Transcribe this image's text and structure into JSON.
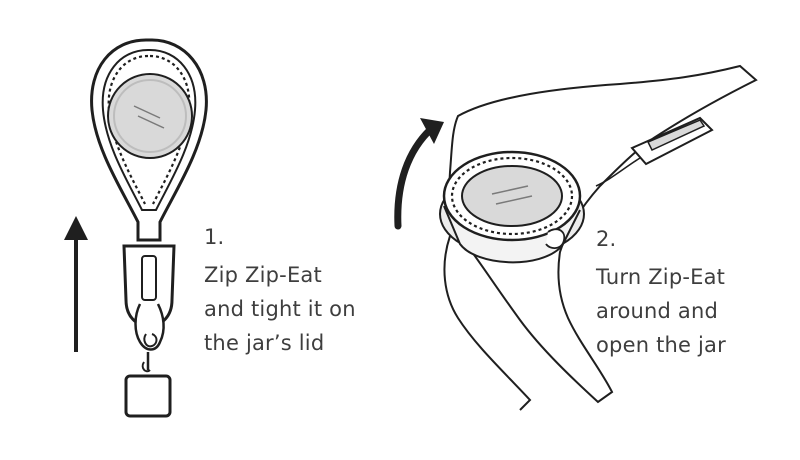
{
  "steps": [
    {
      "number": "1.",
      "lines": [
        "Zip Zip-Eat",
        "and tight it on",
        "the jar’s lid"
      ],
      "icons": [
        "up-arrow-icon",
        "zipper-loop-icon",
        "zipper-pull-icon",
        "jar-lid-icon"
      ]
    },
    {
      "number": "2.",
      "lines": [
        "Turn Zip-Eat",
        "around and",
        "open the jar"
      ],
      "icons": [
        "curved-rotate-arrow-icon",
        "hand-icon",
        "jar-icon"
      ]
    }
  ],
  "colors": {
    "ink": "#1f1f1f",
    "lid_fill": "#d9d9d9",
    "lid_ring": "#bdbdbd",
    "text": "#3e3e3e"
  }
}
